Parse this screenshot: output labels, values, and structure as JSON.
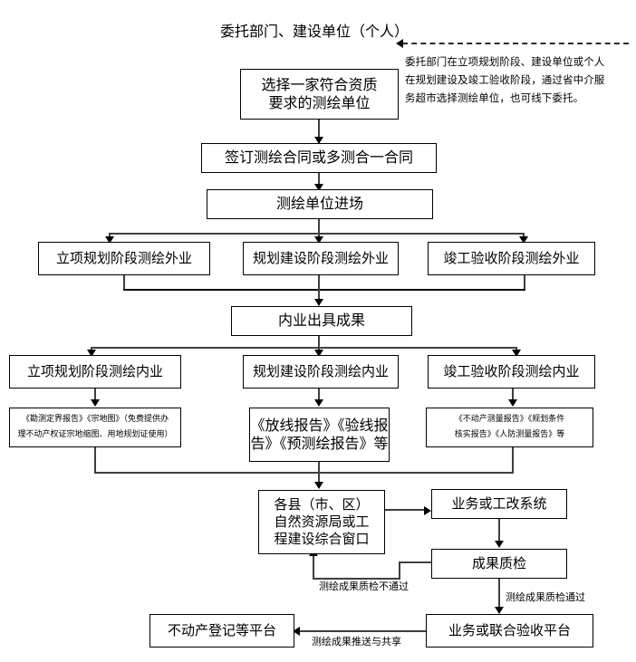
{
  "diagram": {
    "title": "委托部门、建设单位（个人）",
    "annotation": "委托部门在立项规划阶段、建设单位或个人\n在规划建设及竣工验收阶段，通过省中介服\n务超市选择测绘单位，也可线下委托。",
    "nodes": {
      "select_unit": "选择一家符合资质\n要求的测绘单位",
      "sign_contract": "签订测绘合同或多测合一合同",
      "unit_entry": "测绘单位进场",
      "field_planning": "立项规划阶段测绘外业",
      "field_construction": "规划建设阶段测绘外业",
      "field_acceptance": "竣工验收阶段测绘外业",
      "office_output": "内业出具成果",
      "office_planning": "立项规划阶段测绘内业",
      "office_construction": "规划建设阶段测绘内业",
      "office_acceptance": "竣工验收阶段测绘内业",
      "result_planning": "《勘测定界报告》《宗地图》（免费提供办\n理不动产权证宗地缩图、用地规划证使用）",
      "result_construction": "《放线报告》《验线报\n告》《预测绘报告》等",
      "result_acceptance": "《不动产测量报告》《规划条件\n核实报告》《人防测量报告》等",
      "county_bureau": "各县（市、区）\n自然资源局或工\n程建设综合窗口",
      "business_system": "业务或工改系统",
      "quality_check": "成果质检",
      "joint_acceptance": "业务或联合验收平台",
      "registration_platform": "不动产登记等平台"
    },
    "edge_labels": {
      "qc_fail": "测绘成果质检不通过",
      "qc_pass": "测绘成果质检通过",
      "push_share": "测绘成果推送与共享"
    },
    "colors": {
      "border": "#000000",
      "connector": "#3f3f3f",
      "background": "#ffffff"
    }
  }
}
